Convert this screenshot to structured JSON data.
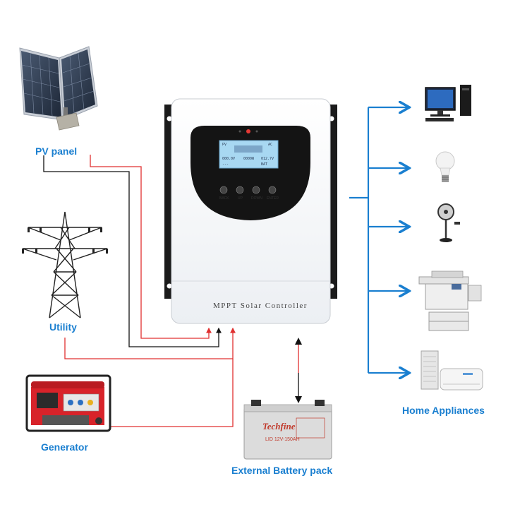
{
  "labels": {
    "pv_panel": "PV panel",
    "utility": "Utility",
    "generator": "Generator",
    "battery": "External Battery pack",
    "appliances": "Home Appliances"
  },
  "controller": {
    "title": "MPPT Solar Controller",
    "buttons": [
      "BACK",
      "UP",
      "DOWN",
      "ENTER"
    ]
  },
  "battery": {
    "brand": "Techfine",
    "model": "LID 12V-150AH"
  },
  "icons": [
    "solar-panel-icon",
    "power-tower-icon",
    "generator-icon",
    "battery-icon",
    "computer-icon",
    "light-bulb-icon",
    "fan-icon",
    "copier-icon",
    "air-conditioner-icon"
  ],
  "colors": {
    "label_blue": "#1a7fd0",
    "wire_red": "#e03030",
    "wire_black": "#111111",
    "branch_blue": "#1a7fd0"
  }
}
